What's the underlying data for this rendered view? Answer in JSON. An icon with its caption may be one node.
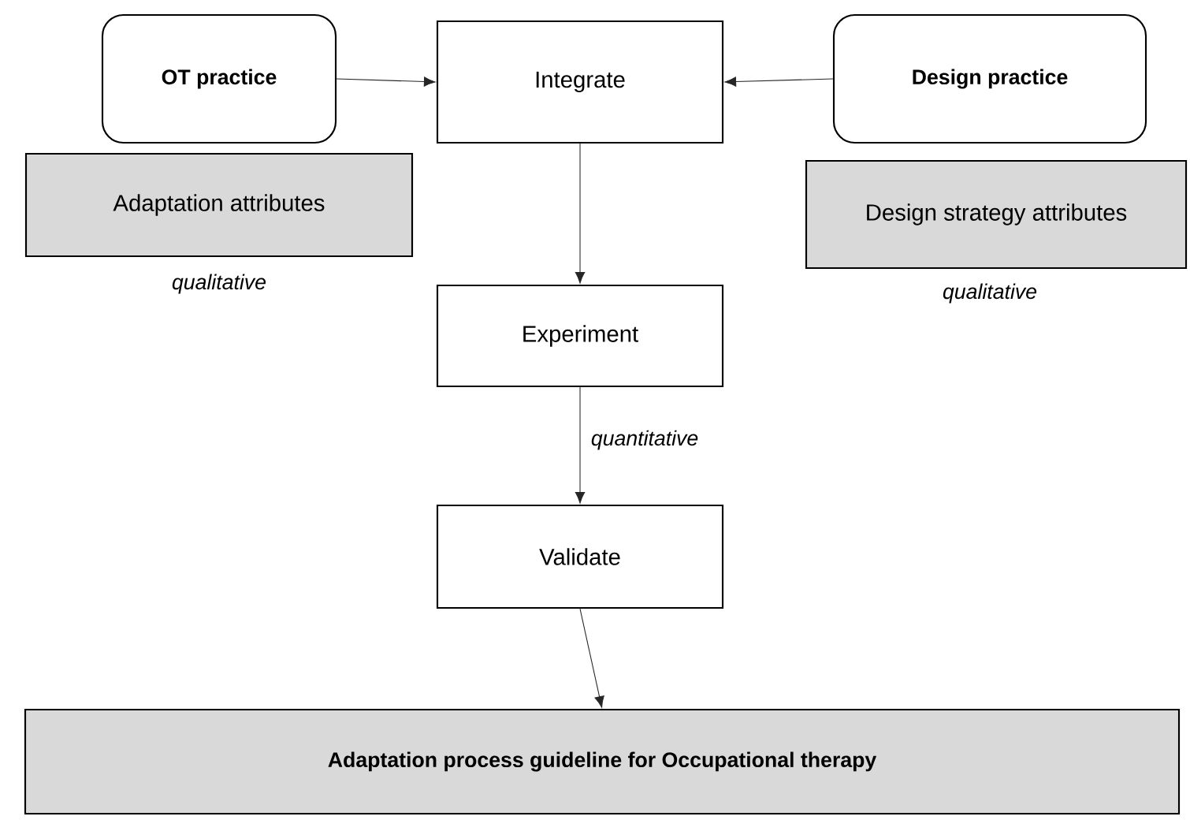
{
  "diagram": {
    "nodes": [
      {
        "text": [
          "OT practice"
        ]
      },
      {
        "text": [
          "Integrate"
        ]
      },
      {
        "text": [
          "Design practice"
        ]
      },
      {
        "text": [
          "Adaptation attributes"
        ],
        "beside": [
          "qualitative"
        ]
      },
      {
        "text": [
          "Design strategy attributes"
        ],
        "beside": [
          "qualitative"
        ]
      },
      {
        "text": [
          "Experiment"
        ]
      },
      {
        "text": [
          "Validate"
        ]
      },
      {
        "text": [
          "Adaptation process guideline for Occupational therapy"
        ]
      }
    ],
    "edges": [
      {
        "from": 0,
        "to": 1,
        "arrow": "to"
      },
      {
        "from": 2,
        "to": 1,
        "arrow": "to"
      },
      {
        "from": 1,
        "to": 5,
        "arrow": "to"
      },
      {
        "from": 5,
        "to": 6,
        "arrow": "to",
        "label": "quantitative"
      },
      {
        "from": 6,
        "to": 7,
        "arrow": "to"
      }
    ]
  }
}
